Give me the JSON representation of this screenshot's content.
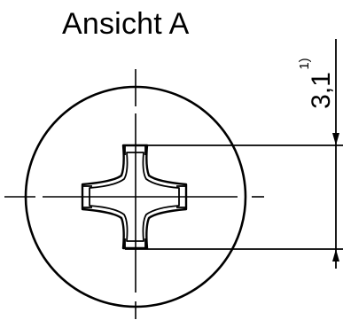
{
  "view_title": "Ansicht A",
  "dimension": {
    "value": "3,1",
    "footnote": "1)"
  }
}
